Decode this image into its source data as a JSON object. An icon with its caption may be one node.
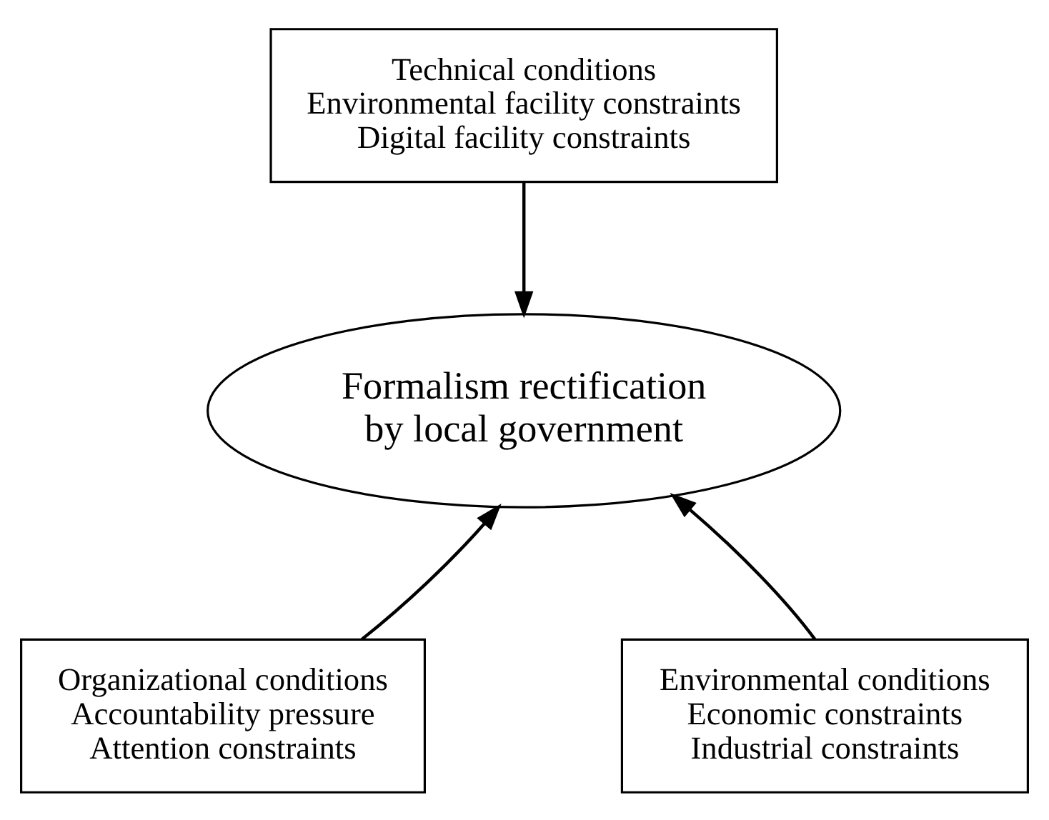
{
  "diagram": {
    "nodes": [
      {
        "text": [
          "Technical conditions",
          "Environmental facility constraints",
          "Digital facility constraints"
        ]
      },
      {
        "text": [
          "Formalism rectification by local government"
        ]
      },
      {
        "text": [
          "Organizational conditions",
          "Accountability pressure",
          "Attention constraints"
        ]
      },
      {
        "text": [
          "Environmental conditions",
          "Economic constraints",
          "Industrial constraints"
        ]
      }
    ],
    "edges": [
      {
        "from": 0,
        "to": 1,
        "arrow": "to"
      },
      {
        "from": 2,
        "to": 1,
        "arrow": "to"
      },
      {
        "from": 3,
        "to": 1,
        "arrow": "to"
      }
    ]
  }
}
